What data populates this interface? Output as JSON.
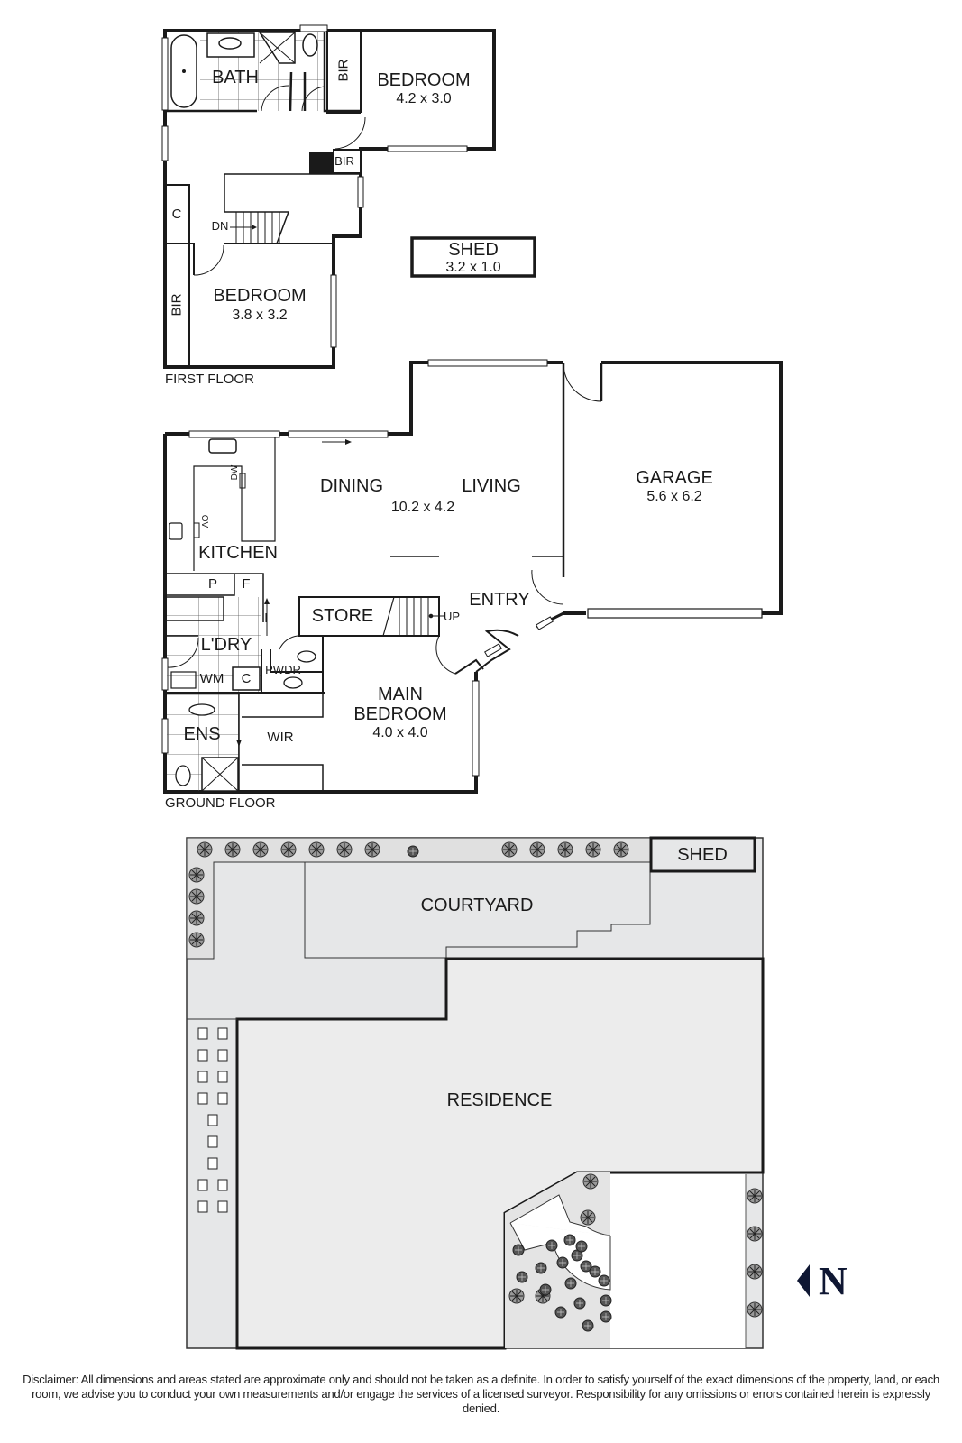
{
  "first_floor": {
    "caption": "FIRST FLOOR",
    "rooms": {
      "bath": {
        "name": "BATH"
      },
      "bedroom1": {
        "name": "BEDROOM",
        "dims": "4.2 x 3.0"
      },
      "bir1": {
        "name": "BIR"
      },
      "bir2": {
        "name": "BIR"
      },
      "bir3": {
        "name": "BIR"
      },
      "linen": {
        "name": "C"
      },
      "stairs": {
        "name": "DN"
      },
      "bedroom2": {
        "name": "BEDROOM",
        "dims": "3.8 x 3.2"
      },
      "shed": {
        "name": "SHED",
        "dims": "3.2 x 1.0"
      }
    }
  },
  "ground_floor": {
    "caption": "GROUND FLOOR",
    "rooms": {
      "dining": {
        "name": "DINING"
      },
      "living": {
        "name": "LIVING"
      },
      "dining_living_dims": "10.2 x 4.2",
      "garage": {
        "name": "GARAGE",
        "dims": "5.6 x 6.2"
      },
      "kitchen": {
        "name": "KITCHEN"
      },
      "pantry": {
        "name": "P"
      },
      "fridge": {
        "name": "F"
      },
      "dishwasher": {
        "name": "DW"
      },
      "oven": {
        "name": "OV"
      },
      "store": {
        "name": "STORE"
      },
      "stairs": {
        "name": "UP"
      },
      "entry": {
        "name": "ENTRY"
      },
      "laundry": {
        "name": "L'DRY"
      },
      "washing_machine": {
        "name": "WM"
      },
      "cupboard": {
        "name": "C"
      },
      "powder": {
        "name": "PWDR"
      },
      "ensuite": {
        "name": "ENS"
      },
      "wir": {
        "name": "WIR"
      },
      "main_bedroom": {
        "name": "MAIN BEDROOM",
        "line1": "MAIN",
        "line2": "BEDROOM",
        "dims": "4.0 x 4.0"
      }
    }
  },
  "site_plan": {
    "courtyard": "COURTYARD",
    "shed": "SHED",
    "residence": "RESIDENCE"
  },
  "compass": {
    "label": "N",
    "color": "#0f1733"
  },
  "colors": {
    "wall": "#1a1a1a",
    "site_fill": "#e6e7e8",
    "residence_fill": "#ececec"
  },
  "disclaimer": "Disclaimer: All dimensions and areas stated are approximate only and should not be taken as a definite. In order to satisfy yourself of the exact dimensions of the property, land, or each room, we advise you to conduct your own measurements and/or engage the services of a licensed surveyor. Responsibility for any omissions or errors contained herein is expressly denied."
}
